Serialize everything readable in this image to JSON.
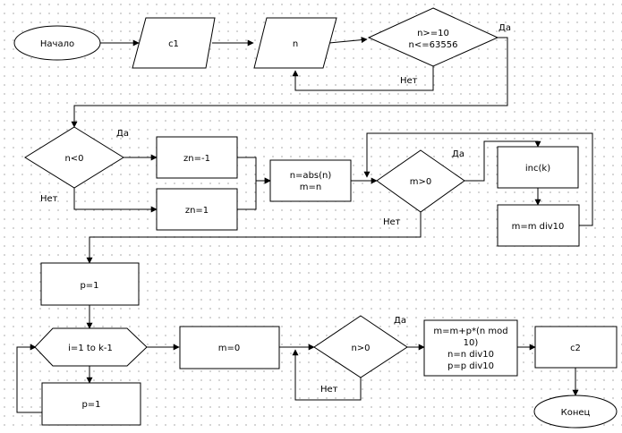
{
  "diagram": {
    "start": "Начало",
    "input_c1": "c1",
    "input_n": "n",
    "cond_range": [
      "n>=10",
      "n<=63556"
    ],
    "cond_neg": "n<0",
    "assign_zn_neg": "zn=-1",
    "assign_zn_pos": "zn=1",
    "assign_abs": [
      "n=abs(n)",
      "m=n"
    ],
    "cond_m_pos": "m>0",
    "inc_k": "inc(k)",
    "div_m": "m=m div10",
    "assign_p": "p=1",
    "loop_i": "i=1 to k-1",
    "loop_body_p": "p=1",
    "assign_m0": "m=0",
    "cond_n_pos": "n>0",
    "calc_block": [
      "m=m+p*(n mod",
      "10)",
      "n=n div10",
      "p=p div10"
    ],
    "output_c2": "c2",
    "end": "Конец",
    "yes": "Да",
    "no": "Нет"
  }
}
